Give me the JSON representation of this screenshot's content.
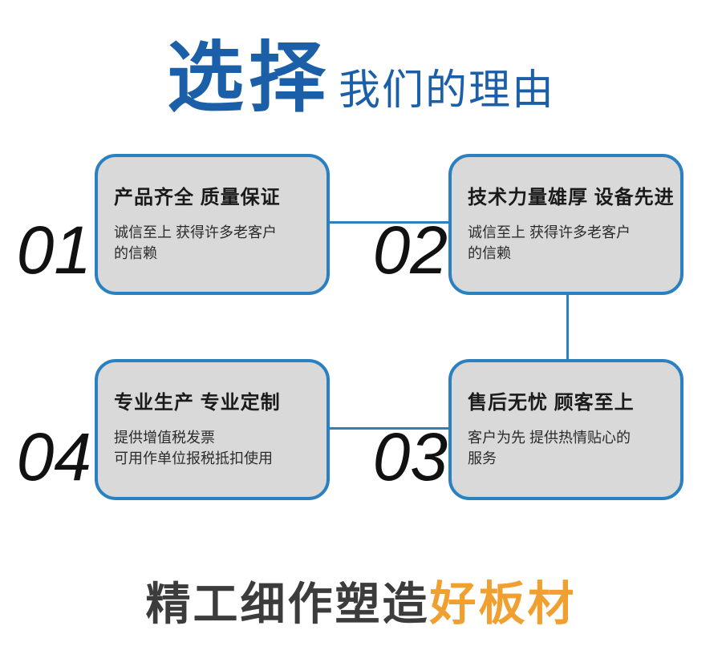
{
  "header": {
    "title_emphasis": "选择",
    "title_rest": "我们的理由"
  },
  "boxes": [
    {
      "number": "01",
      "title": "产品齐全 质量保证",
      "desc": "诚信至上 获得许多老客户\n的信赖"
    },
    {
      "number": "02",
      "title": "技术力量雄厚 设备先进",
      "desc": "诚信至上 获得许多老客户\n的信赖"
    },
    {
      "number": "03",
      "title": "售后无忧 顾客至上",
      "desc": "客户为先 提供热情贴心的\n服务"
    },
    {
      "number": "04",
      "title": "专业生产 专业定制",
      "desc": "提供增值税发票\n可用作单位报税抵扣使用"
    }
  ],
  "footer": {
    "tagline_prefix": "精工细作塑造",
    "tagline_highlight": "好板材"
  },
  "colors": {
    "title_blue": "#1b5fa8",
    "box_border_blue": "#2a80c0",
    "box_fill": "#d9d9d9",
    "number_black": "#111111",
    "tagline_dark": "#3c3c3c",
    "highlight_orange": "#f0a02f"
  }
}
